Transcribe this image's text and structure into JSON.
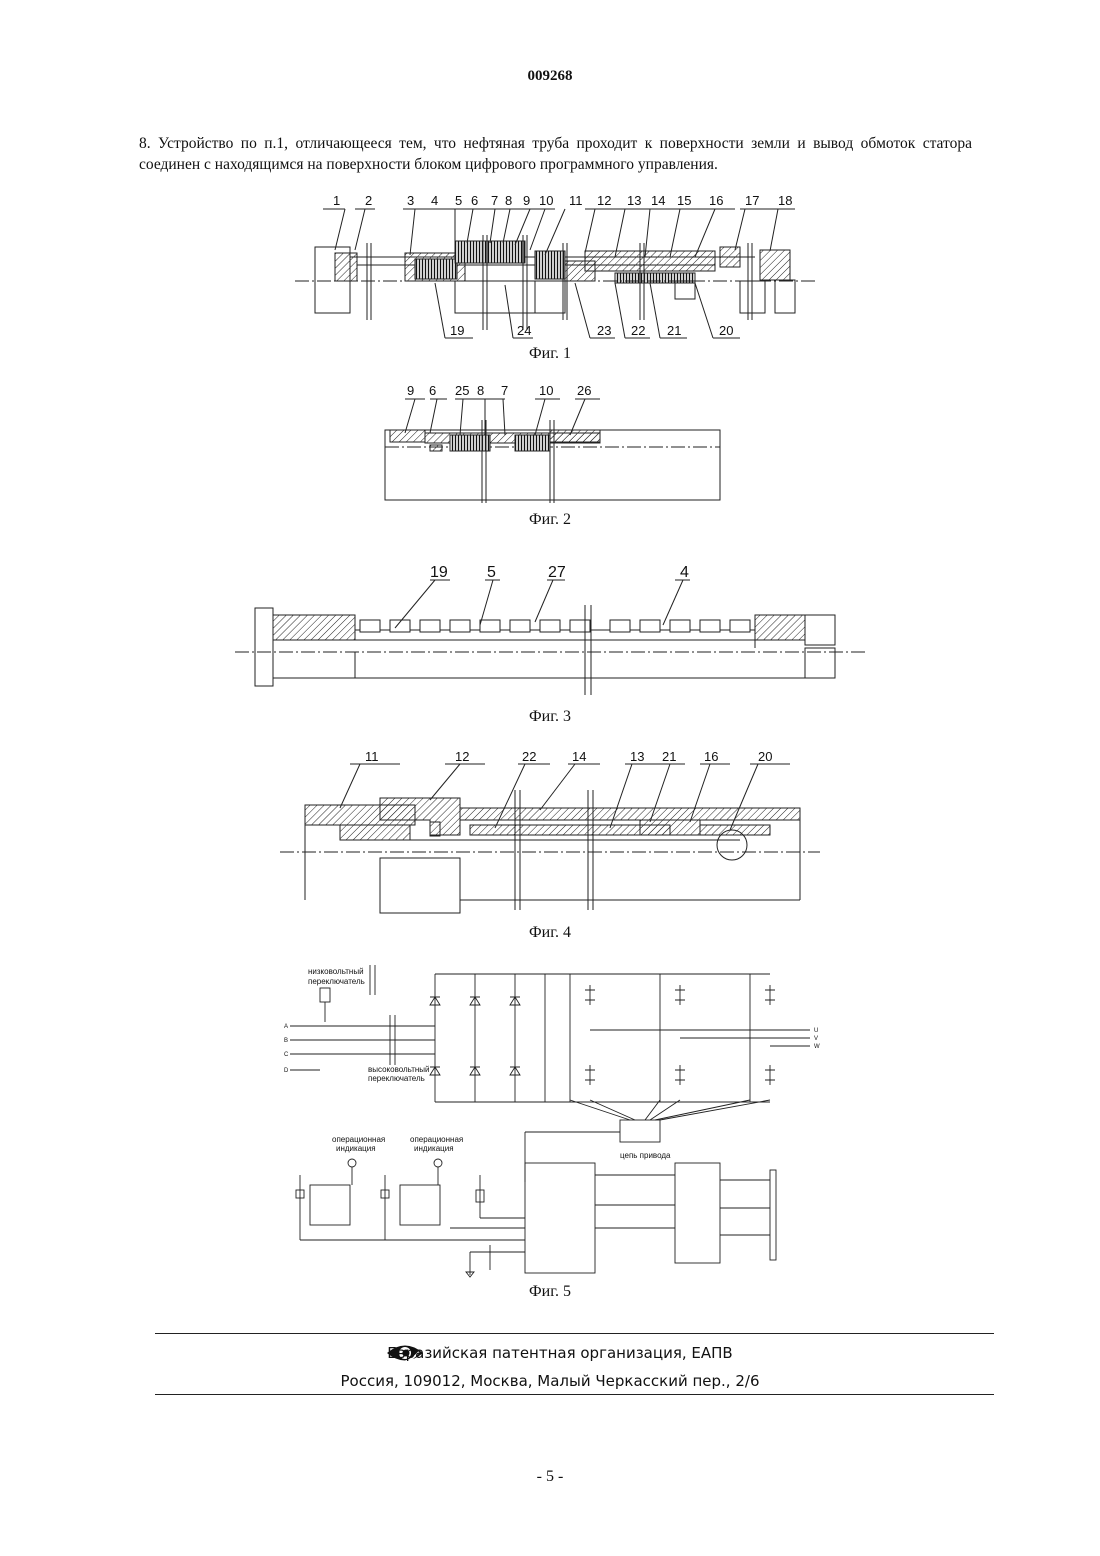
{
  "doc_number": "009268",
  "claim": "8. Устройство по п.1, отличающееся тем, что нефтяная труба проходит к поверхности земли и вывод обмоток статора соединен с находящимся на поверхности блоком цифрового программного управления.",
  "figures": [
    {
      "caption": "Фиг. 1",
      "top_labels": [
        "1",
        "2",
        "3",
        "4",
        "5",
        "6",
        "7",
        "8",
        "9",
        "10",
        "11",
        "12",
        "13",
        "14",
        "15",
        "16",
        "17",
        "18"
      ],
      "bottom_labels": [
        "19",
        "24",
        "23",
        "22",
        "21",
        "20"
      ]
    },
    {
      "caption": "Фиг. 2",
      "labels": [
        "9",
        "6",
        "25",
        "8",
        "7",
        "10",
        "26"
      ]
    },
    {
      "caption": "Фиг. 3",
      "labels": [
        "19",
        "5",
        "27",
        "4"
      ]
    },
    {
      "caption": "Фиг. 4",
      "labels": [
        "11",
        "12",
        "22",
        "14",
        "13",
        "21",
        "16",
        "20"
      ]
    },
    {
      "caption": "Фиг. 5",
      "texts": {
        "low_voltage_switch": [
          "низковольтный",
          "переключатель"
        ],
        "high_voltage_switch": [
          "высоковольтный",
          "переключатель"
        ],
        "operation_indication": [
          "операционная",
          "индикация"
        ],
        "drive_circuit": "цепь привода",
        "inputs": [
          "A",
          "B",
          "C",
          "D"
        ],
        "outputs": [
          "U",
          "V",
          "W"
        ]
      }
    }
  ],
  "footer": {
    "logo_icon": "eapo-eye-logo-icon",
    "organization": "Евразийская патентная организация, ЕАПВ",
    "address": "Россия, 109012, Москва, Малый Черкасский пер., 2/6"
  },
  "page_number": "- 5 -"
}
